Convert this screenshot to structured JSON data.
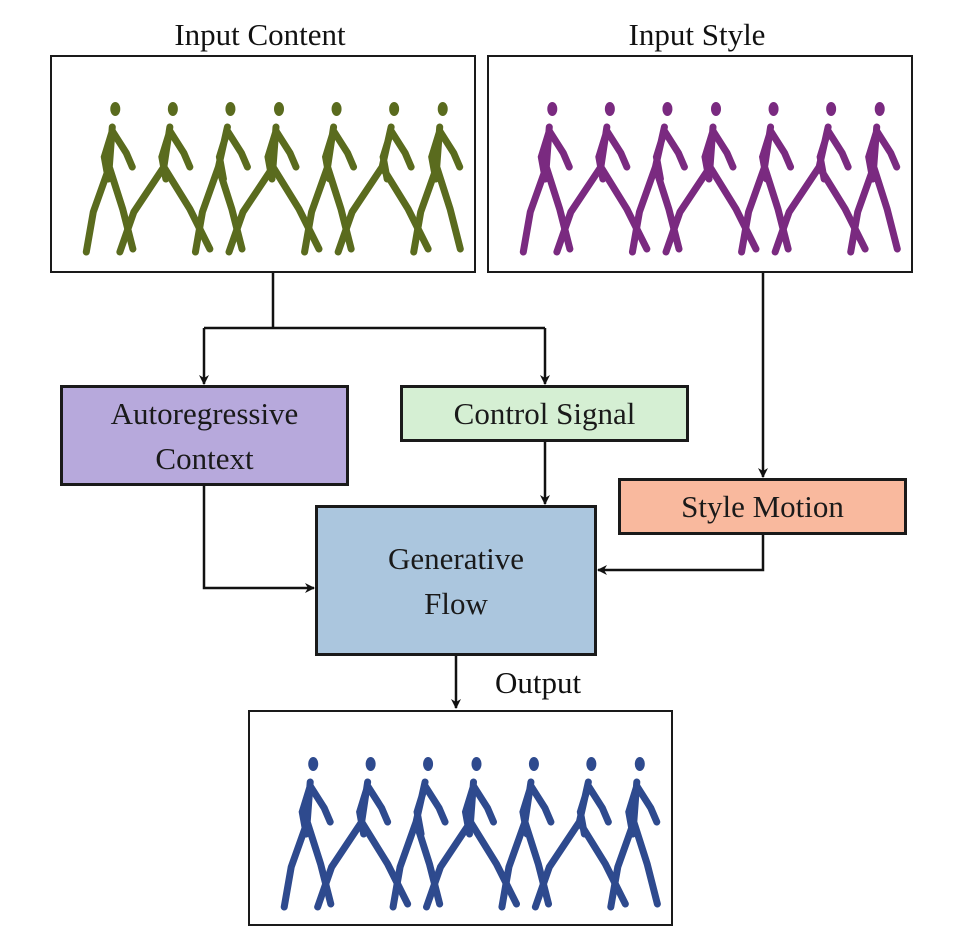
{
  "titles": {
    "input_content": "Input Content",
    "input_style": "Input Style",
    "output": "Output"
  },
  "nodes": {
    "autoregressive": {
      "line1": "Autoregressive",
      "line2": "Context",
      "color": "#b7a9dc"
    },
    "control": {
      "label": "Control Signal",
      "color": "#d5efd3"
    },
    "style_motion": {
      "label": "Style Motion",
      "color": "#f9b99e"
    },
    "flow": {
      "line1": "Generative",
      "line2": "Flow",
      "color": "#abc6de"
    }
  },
  "figures": {
    "content_color": "#5a6b1e",
    "style_color": "#7a2a80",
    "output_color": "#2e4a8e",
    "count": 7
  }
}
